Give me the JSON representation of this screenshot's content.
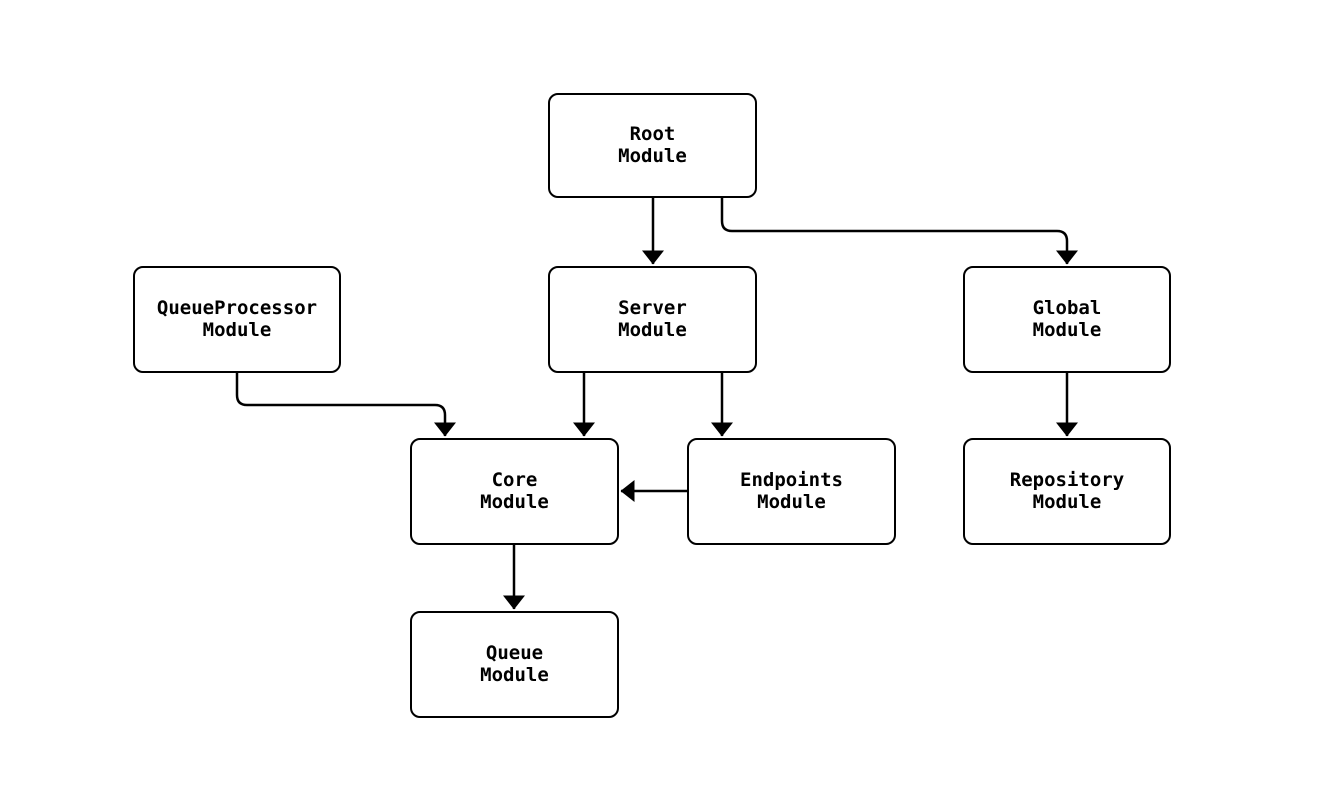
{
  "diagram": {
    "type": "module-dependency-flowchart",
    "colors": {
      "background": "#ffffff",
      "node_fill": "#ffffff",
      "node_border": "#000000",
      "edge": "#000000",
      "text": "#000000"
    },
    "nodes": {
      "root": {
        "line1": "Root",
        "line2": "Module"
      },
      "queueprocessor": {
        "line1": "QueueProcessor",
        "line2": "Module"
      },
      "server": {
        "line1": "Server",
        "line2": "Module"
      },
      "global": {
        "line1": "Global",
        "line2": "Module"
      },
      "core": {
        "line1": "Core",
        "line2": "Module"
      },
      "endpoints": {
        "line1": "Endpoints",
        "line2": "Module"
      },
      "repository": {
        "line1": "Repository",
        "line2": "Module"
      },
      "queue": {
        "line1": "Queue",
        "line2": "Module"
      }
    },
    "edges": [
      {
        "from": "Root Module",
        "to": "Server Module"
      },
      {
        "from": "Root Module",
        "to": "Global Module"
      },
      {
        "from": "QueueProcessor Module",
        "to": "Core Module"
      },
      {
        "from": "Server Module",
        "to": "Core Module"
      },
      {
        "from": "Server Module",
        "to": "Endpoints Module"
      },
      {
        "from": "Endpoints Module",
        "to": "Core Module"
      },
      {
        "from": "Global Module",
        "to": "Repository Module"
      },
      {
        "from": "Core Module",
        "to": "Queue Module"
      }
    ]
  }
}
